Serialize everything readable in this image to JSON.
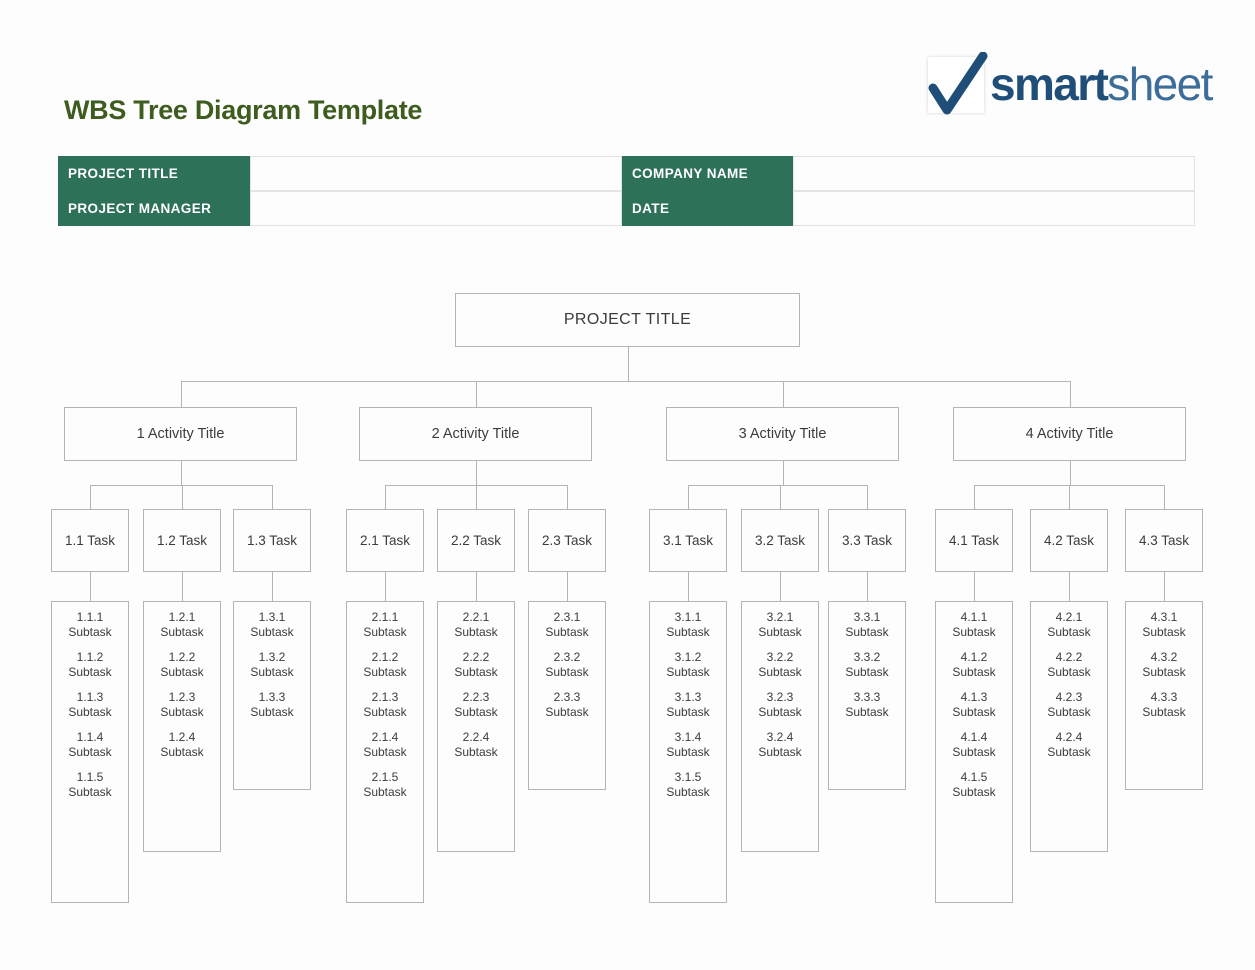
{
  "page": {
    "title": "WBS Tree Diagram Template",
    "title_color": "#3d5c1e",
    "accent_green": "#2e7159",
    "border_color": "#b4b4b4",
    "background": "#ffffff"
  },
  "logo": {
    "icon": "checkmark-icon",
    "word_bold": "smart",
    "word_light": "sheet",
    "color_bold": "#1f4e79",
    "color_light": "#3d6d99"
  },
  "info_table": {
    "rows": [
      {
        "label_a": "PROJECT TITLE",
        "value_a": "",
        "label_b": "COMPANY NAME",
        "value_b": ""
      },
      {
        "label_a": "PROJECT MANAGER",
        "value_a": "",
        "label_b": "DATE",
        "value_b": ""
      }
    ]
  },
  "tree": {
    "root": {
      "label": "PROJECT TITLE"
    },
    "activities": [
      {
        "label": "1 Activity Title",
        "tasks": [
          {
            "label": "1.1 Task",
            "subtasks": [
              "1.1.1\nSubtask",
              "1.1.2\nSubtask",
              "1.1.3\nSubtask",
              "1.1.4\nSubtask",
              "1.1.5\nSubtask"
            ]
          },
          {
            "label": "1.2 Task",
            "subtasks": [
              "1.2.1\nSubtask",
              "1.2.2\nSubtask",
              "1.2.3\nSubtask",
              "1.2.4\nSubtask"
            ]
          },
          {
            "label": "1.3 Task",
            "subtasks": [
              "1.3.1\nSubtask",
              "1.3.2\nSubtask",
              "1.3.3\nSubtask"
            ]
          }
        ]
      },
      {
        "label": "2 Activity Title",
        "tasks": [
          {
            "label": "2.1 Task",
            "subtasks": [
              "2.1.1\nSubtask",
              "2.1.2\nSubtask",
              "2.1.3\nSubtask",
              "2.1.4\nSubtask",
              "2.1.5\nSubtask"
            ]
          },
          {
            "label": "2.2 Task",
            "subtasks": [
              "2.2.1\nSubtask",
              "2.2.2\nSubtask",
              "2.2.3\nSubtask",
              "2.2.4\nSubtask"
            ]
          },
          {
            "label": "2.3 Task",
            "subtasks": [
              "2.3.1\nSubtask",
              "2.3.2\nSubtask",
              "2.3.3\nSubtask"
            ]
          }
        ]
      },
      {
        "label": "3 Activity Title",
        "tasks": [
          {
            "label": "3.1 Task",
            "subtasks": [
              "3.1.1\nSubtask",
              "3.1.2\nSubtask",
              "3.1.3\nSubtask",
              "3.1.4\nSubtask",
              "3.1.5\nSubtask"
            ]
          },
          {
            "label": "3.2 Task",
            "subtasks": [
              "3.2.1\nSubtask",
              "3.2.2\nSubtask",
              "3.2.3\nSubtask",
              "3.2.4\nSubtask"
            ]
          },
          {
            "label": "3.3 Task",
            "subtasks": [
              "3.3.1\nSubtask",
              "3.3.2\nSubtask",
              "3.3.3\nSubtask"
            ]
          }
        ]
      },
      {
        "label": "4 Activity Title",
        "tasks": [
          {
            "label": "4.1 Task",
            "subtasks": [
              "4.1.1\nSubtask",
              "4.1.2\nSubtask",
              "4.1.3\nSubtask",
              "4.1.4\nSubtask",
              "4.1.5\nSubtask"
            ]
          },
          {
            "label": "4.2 Task",
            "subtasks": [
              "4.2.1\nSubtask",
              "4.2.2\nSubtask",
              "4.2.3\nSubtask",
              "4.2.4\nSubtask"
            ]
          },
          {
            "label": "4.3 Task",
            "subtasks": [
              "4.3.1\nSubtask",
              "4.3.2\nSubtask",
              "4.3.3\nSubtask"
            ]
          }
        ]
      }
    ]
  }
}
